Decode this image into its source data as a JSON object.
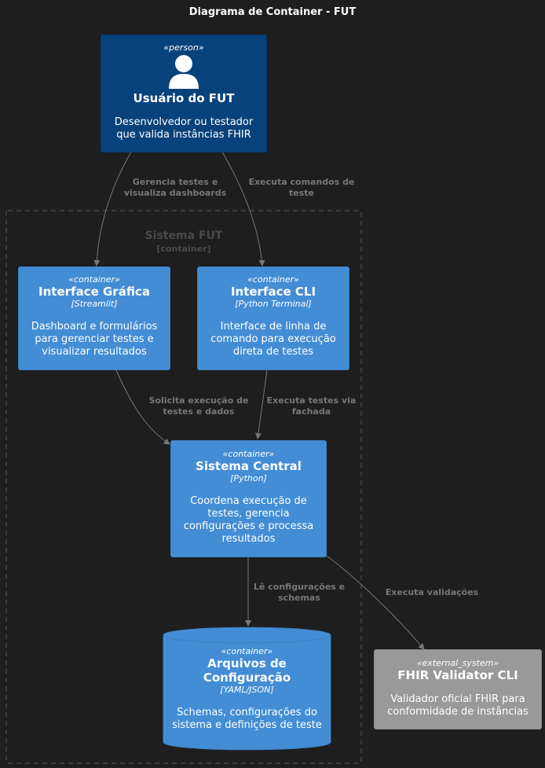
{
  "title": "Diagrama de Container - FUT",
  "person": {
    "stereotype": "«person»",
    "name": "Usuário do FUT",
    "description": "Desenvolvedor ou testador que valida instâncias FHIR"
  },
  "boundary": {
    "name": "Sistema FUT",
    "type": "[container]"
  },
  "containers": {
    "gui": {
      "stereotype": "«container»",
      "name": "Interface Gráfica",
      "tech": "[Streamlit]",
      "description": "Dashboard e formulários para gerenciar testes e visualizar resultados"
    },
    "cli": {
      "stereotype": "«container»",
      "name": "Interface CLI",
      "tech": "[Python Terminal]",
      "description": "Interface de linha de comando para execução direta de testes"
    },
    "core": {
      "stereotype": "«container»",
      "name": "Sistema Central",
      "tech": "[Python]",
      "description": "Coordena execução de testes, gerencia configurações e processa resultados"
    },
    "config": {
      "stereotype": "«container»",
      "name": "Arquivos de Configuração",
      "tech": "[YAML/JSON]",
      "description": "Schemas, configurações do sistema e definições de teste"
    }
  },
  "external": {
    "stereotype": "«external_system»",
    "name": "FHIR Validator CLI",
    "description": "Validador oficial FHIR para conformidade de instâncias"
  },
  "relations": {
    "user_gui": "Gerencia testes e visualiza dashboards",
    "user_cli": "Executa comandos de teste",
    "gui_core": "Solicita execução de testes e dados",
    "cli_core": "Executa testes via fachada",
    "core_config": "Lê configurações e schemas",
    "core_validator": "Executa validações"
  }
}
